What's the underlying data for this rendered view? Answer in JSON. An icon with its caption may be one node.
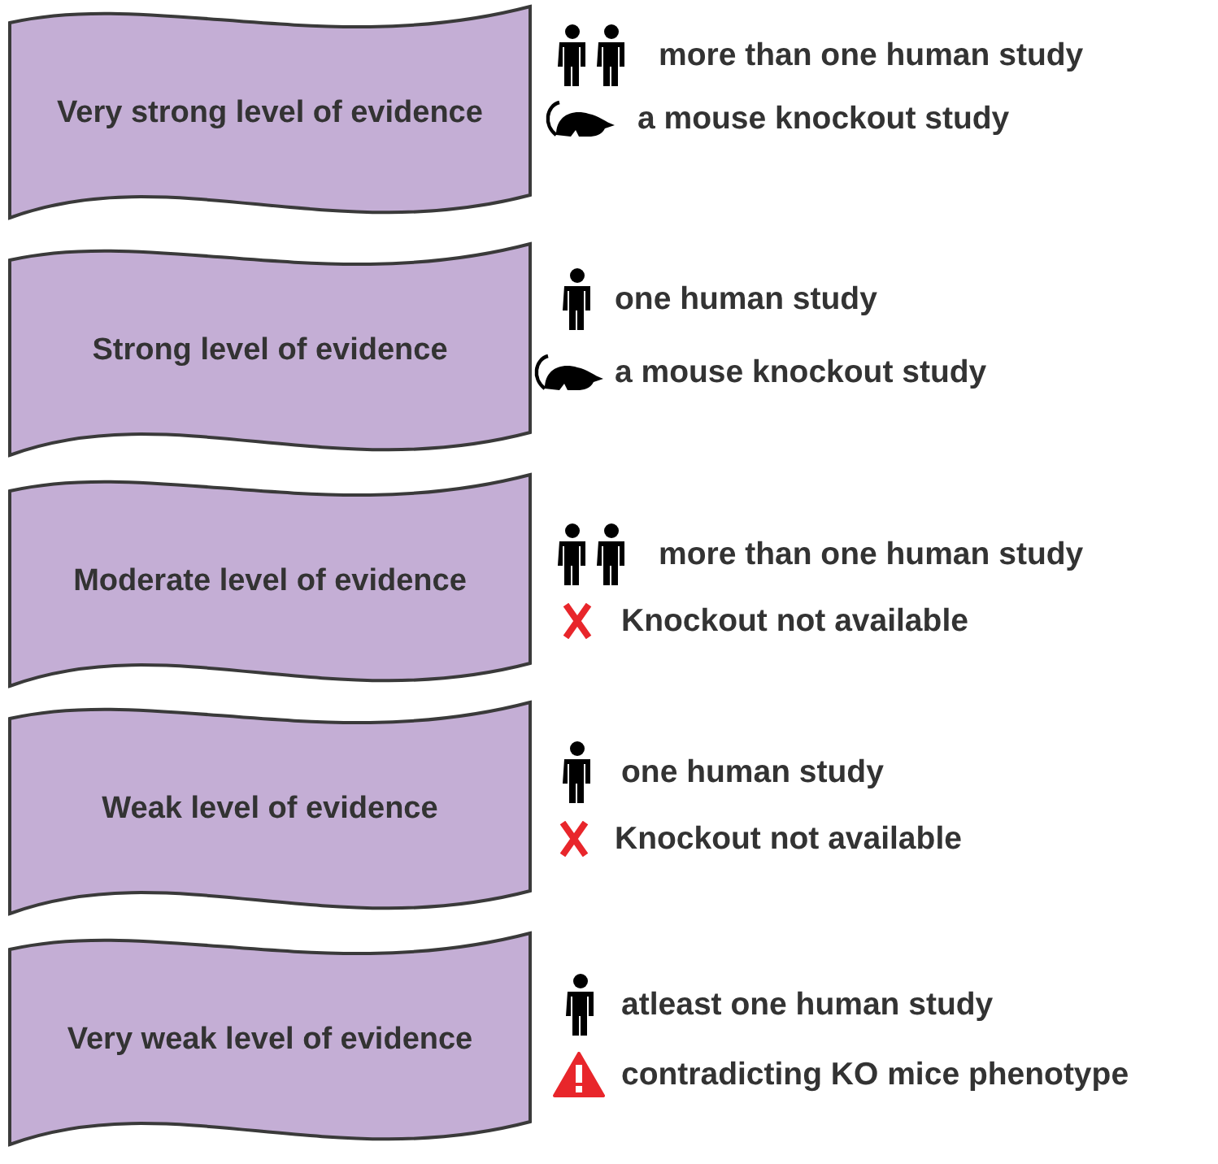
{
  "diagram": {
    "nodes": [
      {
        "text": [
          "Very strong level of evidence"
        ]
      },
      {
        "text": [
          "Strong level of evidence"
        ]
      },
      {
        "text": [
          "Moderate level of evidence"
        ]
      },
      {
        "text": [
          "Weak level of evidence"
        ]
      },
      {
        "text": [
          "Very weak level of evidence"
        ]
      }
    ],
    "labels": [
      "more than one human study",
      "a mouse knockout study",
      "one human study",
      "a mouse knockout study",
      "more than one human study",
      "Knockout not available",
      "one human study",
      "Knockout not available",
      "atleast one human study",
      "contradicting KO mice phenotype"
    ]
  }
}
